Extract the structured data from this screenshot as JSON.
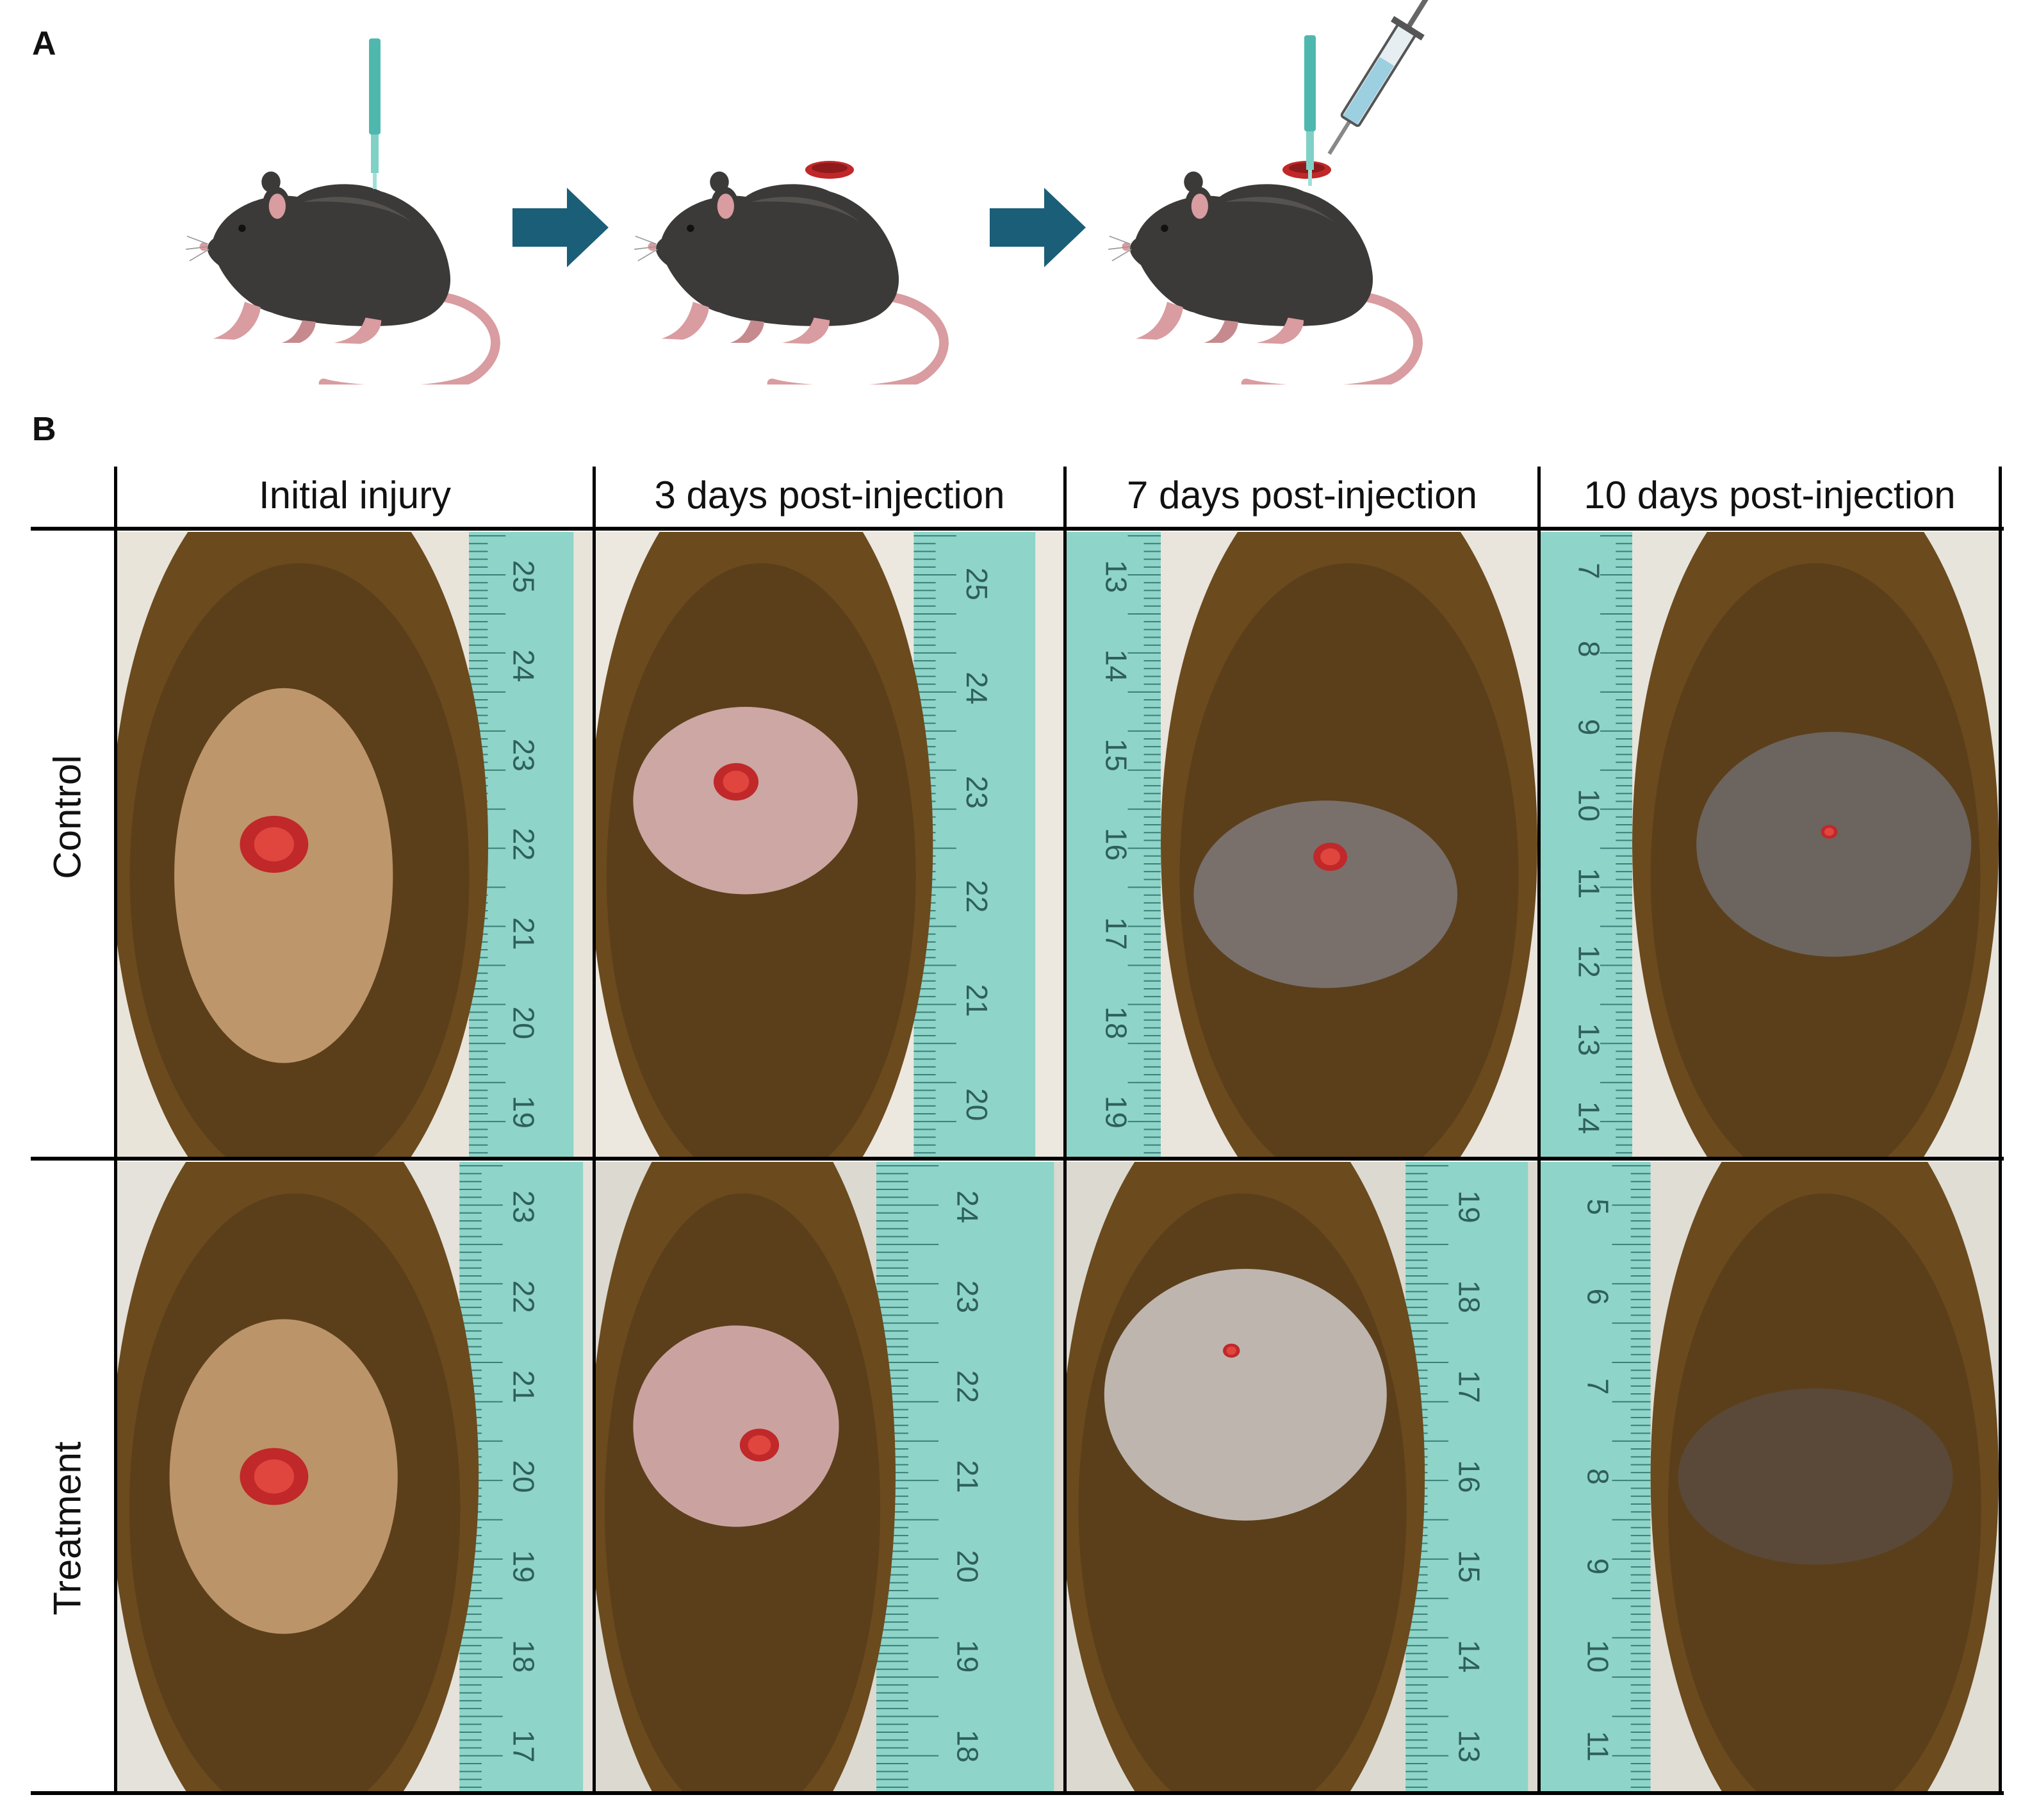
{
  "panels": {
    "a_label": "A",
    "b_label": "B"
  },
  "columns": [
    "Initial injury",
    "3 days post-injection",
    "7 days post-injection",
    "10 days post-injection"
  ],
  "rows": [
    "Control",
    "Treatment"
  ],
  "rulers": {
    "control": [
      [
        "25",
        "24",
        "23",
        "22",
        "21",
        "20",
        "19"
      ],
      [
        "25",
        "24",
        "23",
        "22",
        "21",
        "20"
      ],
      [
        "13",
        "14",
        "15",
        "16",
        "17",
        "18",
        "19"
      ],
      [
        "7",
        "8",
        "9",
        "10",
        "11",
        "12",
        "13",
        "14"
      ]
    ],
    "treatment": [
      [
        "23",
        "22",
        "21",
        "20",
        "19",
        "18",
        "17"
      ],
      [
        "24",
        "23",
        "22",
        "21",
        "20",
        "19",
        "18"
      ],
      [
        "19",
        "18",
        "17",
        "16",
        "15",
        "14",
        "13"
      ],
      [
        "5",
        "6",
        "7",
        "8",
        "9",
        "10",
        "11"
      ]
    ]
  },
  "colors": {
    "mouse_fill": "#3c3a38",
    "mouse_pink": "#d99ca0",
    "arrow": "#1b5e78",
    "wound": "#c0282a",
    "ruler": "#8ed4c9",
    "fur": "#6b4a1e"
  },
  "icons": [
    "biopsy-punch-icon",
    "syringe-icon",
    "arrow-right-icon",
    "mouse-icon"
  ]
}
